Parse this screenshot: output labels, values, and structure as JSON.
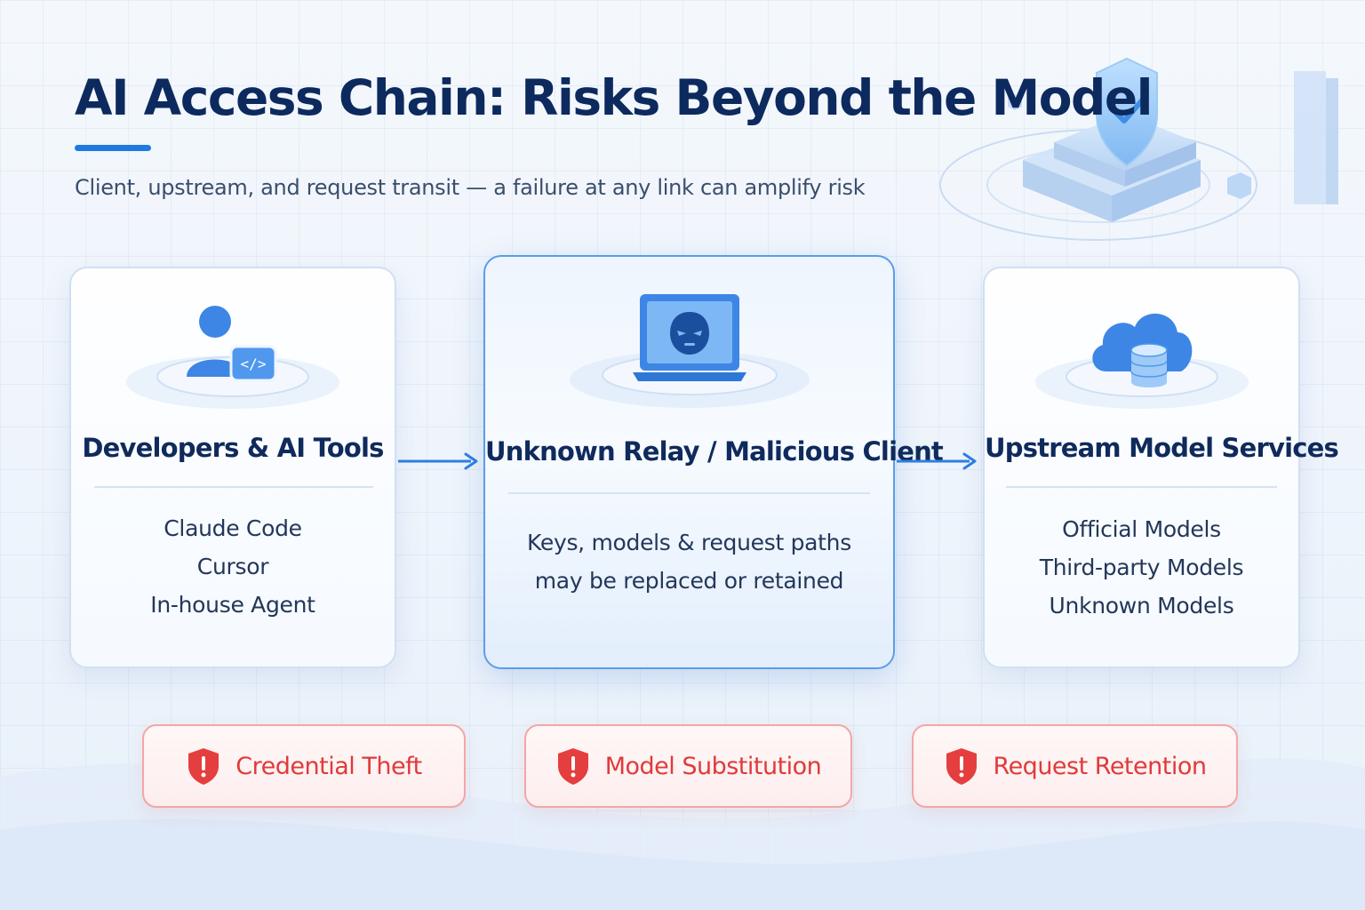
{
  "header": {
    "title": "AI Access Chain: Risks Beyond the Model",
    "subtitle": "Client, upstream, and request transit — a failure at any link can amplify risk"
  },
  "nodes": [
    {
      "title": "Developers & AI Tools",
      "icon": "developer-code-icon",
      "items": [
        "Claude Code",
        "Cursor",
        "In-house Agent"
      ]
    },
    {
      "title": "Unknown Relay / Malicious Client",
      "icon": "masked-laptop-icon",
      "items": [
        "Keys, models & request paths",
        "may be replaced or retained"
      ]
    },
    {
      "title": "Upstream Model Services",
      "icon": "cloud-database-icon",
      "items": [
        "Official Models",
        "Third-party Models",
        "Unknown Models"
      ]
    }
  ],
  "risks": [
    {
      "label": "Credential Theft",
      "icon": "alert-shield-icon"
    },
    {
      "label": "Model Substitution",
      "icon": "alert-shield-icon"
    },
    {
      "label": "Request Retention",
      "icon": "alert-shield-icon"
    }
  ],
  "colors": {
    "accent": "#1f7ae0",
    "title": "#0d2a5e",
    "risk": "#e03a3a",
    "risk_border": "#f3a6a6"
  }
}
